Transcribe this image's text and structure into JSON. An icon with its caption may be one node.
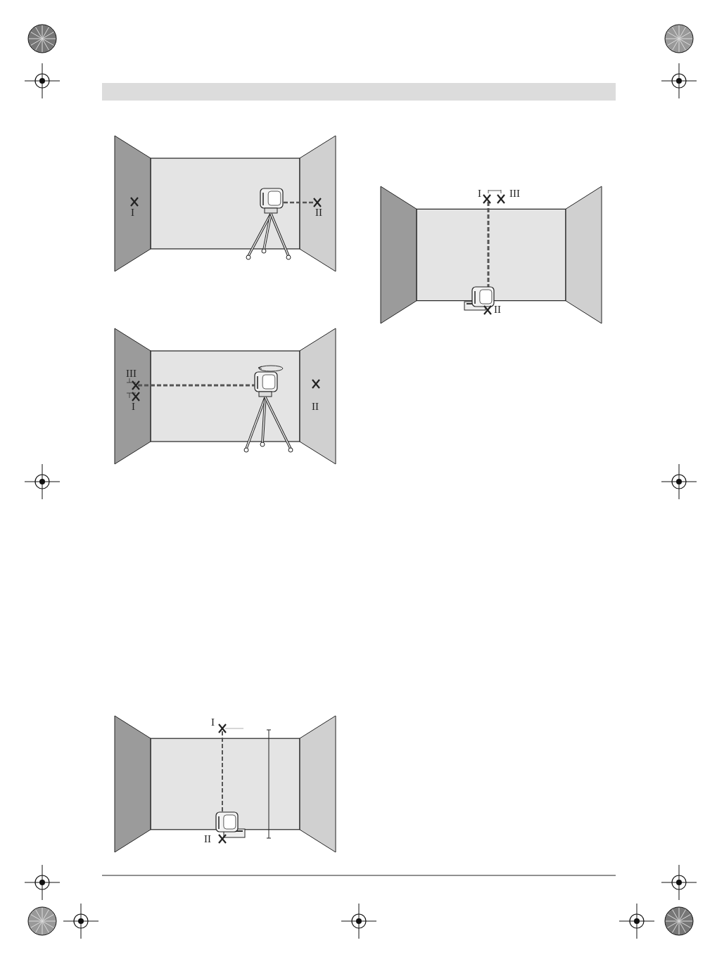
{
  "diagram": {
    "labels": [
      "I",
      "II",
      "I",
      "III",
      "II",
      "III",
      "I",
      "II",
      "I",
      "II"
    ]
  }
}
